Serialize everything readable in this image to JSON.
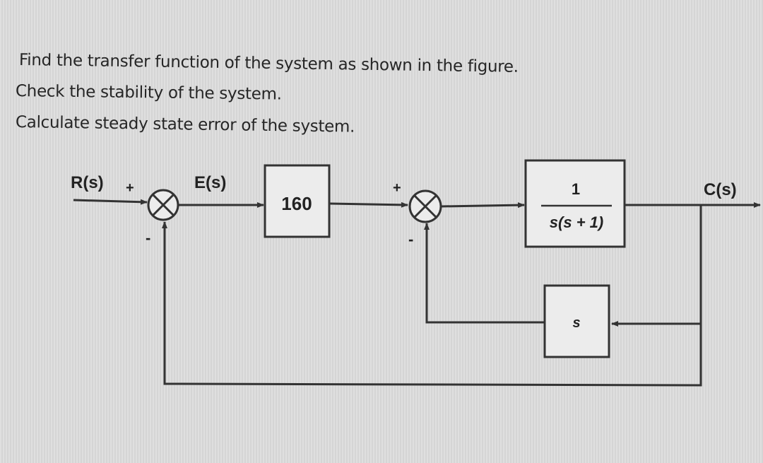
{
  "questions": [
    "Find the transfer function of the system as shown in the figure.",
    "Check the stability of the system.",
    "Calculate steady state error of the system."
  ],
  "diagram": {
    "input_label": "R(s)",
    "error_label": "E(s)",
    "output_label": "C(s)",
    "forward_gain": "160",
    "plant": {
      "numerator": "1",
      "denominator": "s(s + 1)"
    },
    "feedback_inner": "s",
    "sum1_signs": {
      "top": "+",
      "bottom": "-"
    },
    "sum2_signs": {
      "top": "+",
      "bottom": "-"
    }
  }
}
